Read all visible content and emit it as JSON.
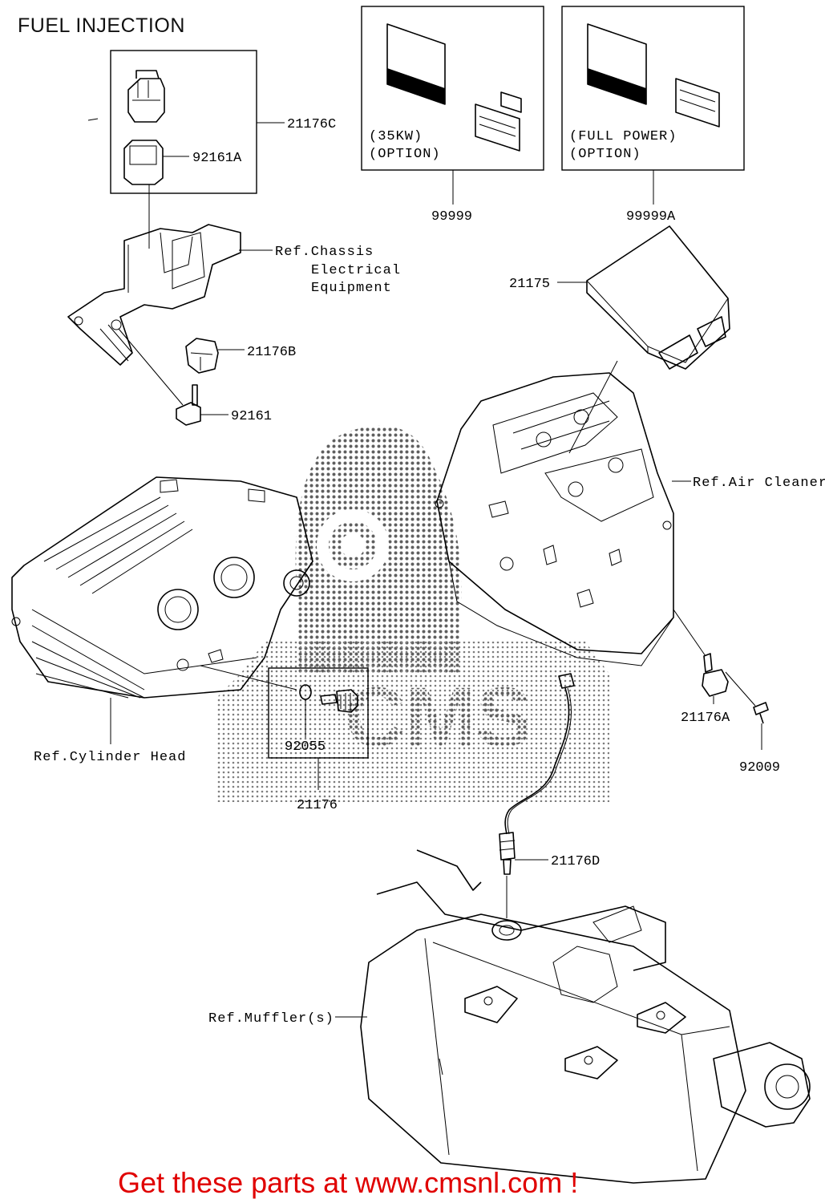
{
  "title": "FUEL INJECTION",
  "parts": {
    "p21176C": "21176C",
    "p92161A": "92161A",
    "p99999": "99999",
    "p99999A": "99999A",
    "p21175": "21175",
    "p21176B": "21176B",
    "p92161": "92161",
    "p21176A": "21176A",
    "p92009": "92009",
    "p21176": "21176",
    "p92055": "92055",
    "p21176D": "21176D"
  },
  "options": {
    "opt35kw_line1": "(35KW)",
    "opt35kw_line2": "(OPTION)",
    "optfull_line1": "(FULL POWER)",
    "optfull_line2": "(OPTION)"
  },
  "refs": {
    "chassis_line1": "Ref.Chassis",
    "chassis_line2": "Electrical",
    "chassis_line3": "Equipment",
    "air_cleaner": "Ref.Air Cleaner",
    "cylinder_head": "Ref.Cylinder Head",
    "muffler": "Ref.Muffler(s)"
  },
  "promo": "Get these parts at www.cmsnl.com !",
  "watermark": "CMS"
}
